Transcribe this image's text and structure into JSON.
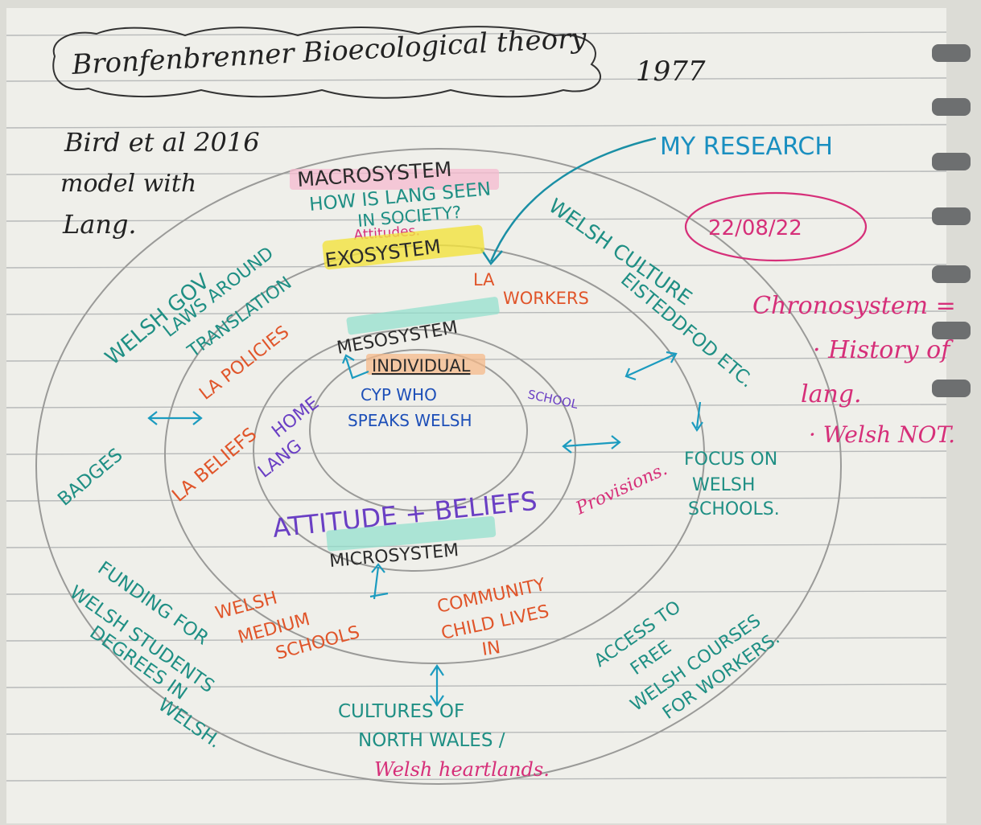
{
  "page": {
    "title": "Bronfenbrenner Bioecological theory",
    "year": "1977",
    "note_lines": [
      "Bird et al 2016",
      "model with",
      "Lang."
    ]
  },
  "my_research": {
    "label": "MY RESEARCH",
    "date": "22/08/22"
  },
  "chronosystem": {
    "heading": "Chronosystem =",
    "items": [
      "· History of",
      "lang.",
      "· Welsh NOT."
    ]
  },
  "macrosystem": {
    "heading": "MACROSYSTEM",
    "question_line1": "HOW IS LANG SEEN",
    "question_line2": "IN SOCIETY?",
    "attitudes": "Attitudes.",
    "welsh_gov": "WELSH GOV",
    "laws": "LAWS AROUND",
    "translation": "TRANSLATION",
    "welsh_culture": "WELSH CULTURE",
    "eisteddfod": "EISTEDDFOD ETC.",
    "focus": [
      "FOCUS ON",
      "WELSH",
      "SCHOOLS."
    ],
    "badges": "BADGES",
    "funding": [
      "FUNDING FOR",
      "WELSH STUDENTS",
      "DEGREES IN",
      "WELSH."
    ],
    "access": [
      "ACCESS TO",
      "FREE",
      "WELSH COURSES",
      "FOR WORKERS."
    ],
    "cultures": [
      "CULTURES OF",
      "NORTH WALES /"
    ],
    "heartlands": "Welsh heartlands."
  },
  "exosystem": {
    "heading": "EXOSYSTEM",
    "la_workers": [
      "LA",
      "WORKERS"
    ],
    "la_policies": "LA POLICIES",
    "la_beliefs": "LA BELIEFS",
    "provisions": "Provisions."
  },
  "mesosystem": {
    "heading": "MESOSYSTEM",
    "home_lang": [
      "HOME",
      "LANG"
    ],
    "school": "SCHOOL"
  },
  "individual": {
    "heading": "INDIVIDUAL",
    "line1": "CYP WHO",
    "line2": "SPEAKS WELSH"
  },
  "microsystem": {
    "attitude": "ATTITUDE + BELIEFS",
    "heading": "MICROSYSTEM",
    "welsh_medium": [
      "WELSH",
      "MEDIUM",
      "SCHOOLS"
    ],
    "community": [
      "COMMUNITY",
      "CHILD LIVES",
      "IN"
    ]
  },
  "colors": {
    "paper": "#efefea",
    "rule_line": "#b7b9b9",
    "teal": "#1f8f84",
    "blue": "#1d4fb8",
    "orange": "#e0552a",
    "purple": "#6a3fc4",
    "pink": "#d62f79",
    "ink": "#2b2b2b"
  }
}
